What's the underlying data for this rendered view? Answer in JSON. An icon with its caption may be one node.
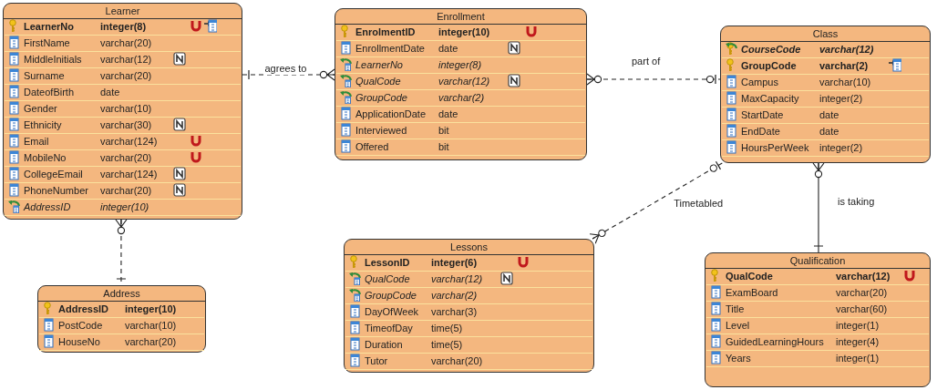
{
  "diagram": {
    "nodes": [
      {
        "text": [
          "Learner",
          "LearnerNo",
          "integer(8)",
          "FirstName",
          "varchar(20)",
          "MiddleInitials",
          "varchar(12)",
          "Surname",
          "varchar(20)",
          "DateofBirth",
          "date",
          "Gender",
          "varchar(10)",
          "Ethnicity",
          "varchar(30)",
          "Email",
          "varchar(124)",
          "MobileNo",
          "varchar(20)",
          "CollegeEmail",
          "varchar(124)",
          "PhoneNumber",
          "varchar(20)",
          "AddressID",
          "integer(10)"
        ]
      },
      {
        "text": [
          "Enrollment",
          "EnrolmentID",
          "integer(10)",
          "EnrollmentDate",
          "date",
          "LearnerNo",
          "integer(8)",
          "QualCode",
          "varchar(12)",
          "GroupCode",
          "varchar(2)",
          "ApplicationDate",
          "date",
          "Interviewed",
          "bit",
          "Offered",
          "bit"
        ]
      },
      {
        "text": [
          "Class",
          "CourseCode",
          "varchar(12)",
          "GroupCode",
          "varchar(2)",
          "Campus",
          "varchar(10)",
          "MaxCapacity",
          "integer(2)",
          "StartDate",
          "date",
          "EndDate",
          "date",
          "HoursPerWeek",
          "integer(2)"
        ]
      },
      {
        "text": [
          "Lessons",
          "LessonID",
          "integer(6)",
          "QualCode",
          "varchar(12)",
          "GroupCode",
          "varchar(2)",
          "DayOfWeek",
          "varchar(3)",
          "TimeofDay",
          "time(5)",
          "Duration",
          "time(5)",
          "Tutor",
          "varchar(20)"
        ]
      },
      {
        "text": [
          "Qualification",
          "QualCode",
          "varchar(12)",
          "ExamBoard",
          "varchar(20)",
          "Title",
          "varchar(60)",
          "Level",
          "integer(1)",
          "GuidedLearningHours",
          "integer(4)",
          "Years",
          "integer(1)"
        ]
      },
      {
        "text": [
          "Address",
          "AddressID",
          "integer(10)",
          "PostCode",
          "varchar(10)",
          "HouseNo",
          "varchar(20)"
        ]
      }
    ],
    "edges": [
      {
        "from": 0,
        "to": 1,
        "arrow": "other",
        "label": "agrees to",
        "style": "dashed"
      },
      {
        "from": 1,
        "to": 2,
        "arrow": "other",
        "label": "part of",
        "style": "dashed"
      },
      {
        "from": 2,
        "to": 3,
        "arrow": "other",
        "label": "Timetabled",
        "style": "dashed"
      },
      {
        "from": 2,
        "to": 4,
        "arrow": "other",
        "label": "is taking"
      },
      {
        "from": 0,
        "to": 5,
        "arrow": "other",
        "style": "dashed"
      }
    ]
  }
}
